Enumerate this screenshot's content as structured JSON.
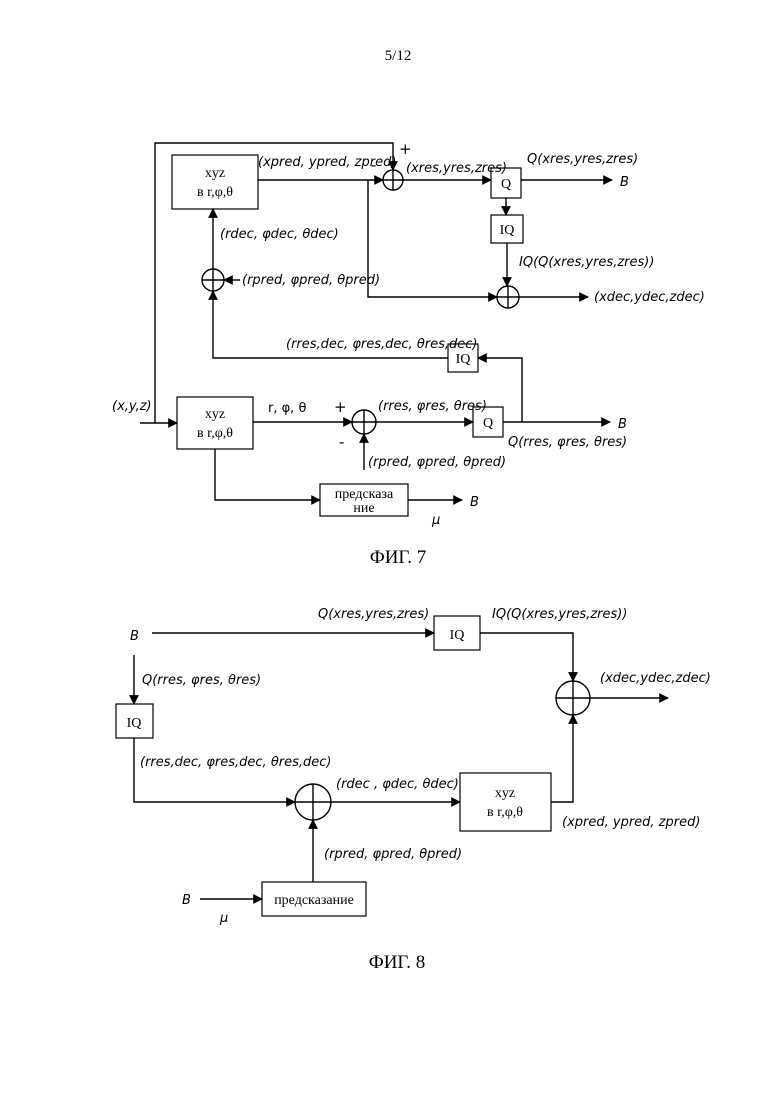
{
  "page_number": "5/12",
  "fig7": {
    "caption": "ФИГ. 7",
    "box_xyz_top_line1": "xyz",
    "box_xyz_top_line2": "в r,φ,θ",
    "box_xyz_bottom_line1": "xyz",
    "box_xyz_bottom_line2": "в r,φ,θ",
    "box_q": "Q",
    "box_iq": "IQ",
    "box_pred_line1": "предсказа",
    "box_pred_line2": "ние",
    "input": "(x,y,z)",
    "x_pred": "(xpred, ypred, zpred)",
    "x_res": "(xres,yres,zres)",
    "q_xres": "Q(xres,yres,zres)",
    "iq_q_xres": "IQ(Q(xres,yres,zres))",
    "x_dec": "(xdec,ydec,zdec)",
    "r_dec": "(rdec, φdec, θdec)",
    "r_pred_top": "(rpred, φpred, θpred)",
    "r_res_dec": "(rres,dec, φres,dec, θres,dec)",
    "r_phi_theta": "r, φ, θ",
    "r_res": "(rres, φres, θres)",
    "q_rres": "Q(rres, φres, θres)",
    "r_pred_bottom": "(rpred, φpred, θpred)",
    "out_b1": "B",
    "out_b2": "B",
    "out_b3": "B",
    "mu": "μ",
    "plus1": "+",
    "minus1": "-",
    "plus2": "+",
    "minus2": "-"
  },
  "fig8": {
    "caption": "ФИГ. 8",
    "in_b1": "B",
    "in_b2": "B",
    "mu": "μ",
    "box_iq_top": "IQ",
    "box_iq_left": "IQ",
    "box_xyz_line1": "xyz",
    "box_xyz_line2": "в r,φ,θ",
    "box_pred": "предсказание",
    "q_xres": "Q(xres,yres,zres)",
    "iq_q_xres": "IQ(Q(xres,yres,zres))",
    "x_dec": "(xdec,ydec,zdec)",
    "q_rres": "Q(rres, φres, θres)",
    "r_res_dec": "(rres,dec, φres,dec, θres,dec)",
    "r_dec": "(rdec , φdec, θdec)",
    "x_pred": "(xpred, ypred, zpred)",
    "r_pred": "(rpred, φpred, θpred)"
  }
}
